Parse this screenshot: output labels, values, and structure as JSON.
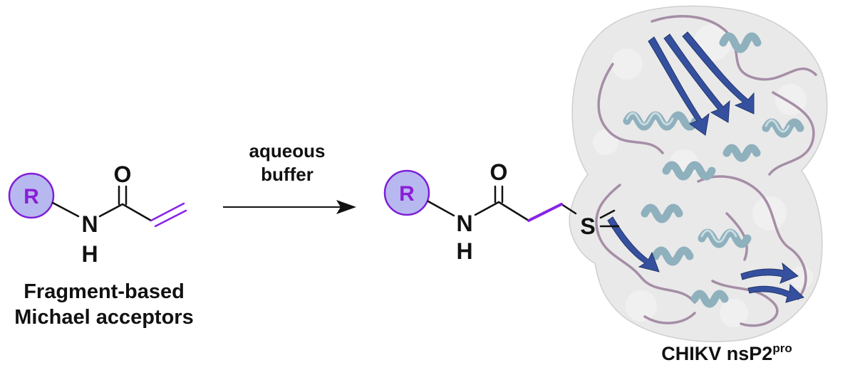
{
  "reactant": {
    "r_group": "R",
    "oxygen": "O",
    "nitrogen": "N",
    "hydrogen": "H",
    "caption_line1": "Fragment-based",
    "caption_line2": "Michael acceptors"
  },
  "conditions": {
    "line1": "aqueous",
    "line2": "buffer"
  },
  "product": {
    "r_group": "R",
    "oxygen": "O",
    "nitrogen": "N",
    "hydrogen": "H",
    "sulfur": "S"
  },
  "protein": {
    "name": "CHIKV nsP2",
    "superscript": "pro"
  },
  "colors": {
    "r_circle_fill": "#b8b8f0",
    "r_circle_stroke": "#7d1fd6",
    "r_text": "#8a1ed8",
    "warhead": "#8a22e6",
    "bond": "#111111",
    "helix": "#8fb0bd",
    "strand": "#35509e",
    "loop": "#a58ea6",
    "surface": "#e4e4e4"
  }
}
